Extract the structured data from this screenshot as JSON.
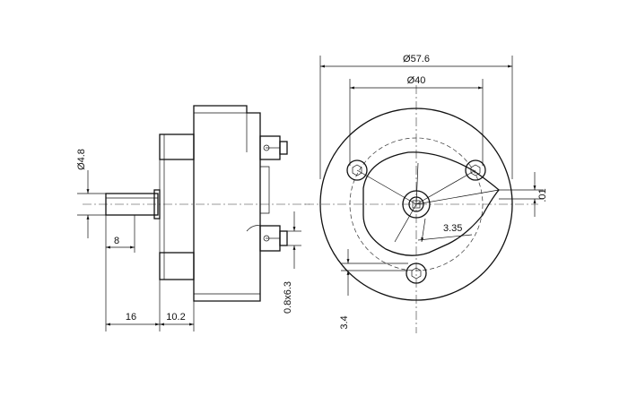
{
  "dimensions": {
    "shaft_diameter": "Ø4.8",
    "shaft_flat": "8",
    "shaft_length": "16",
    "body_offset": "10.2",
    "terminal": "0.8x6.3",
    "outer_diameter": "Ø57.6",
    "mount_diameter": "Ø40",
    "hole_offset": "3.35",
    "tab_offset": "3.4",
    "small_offset": ".01"
  }
}
